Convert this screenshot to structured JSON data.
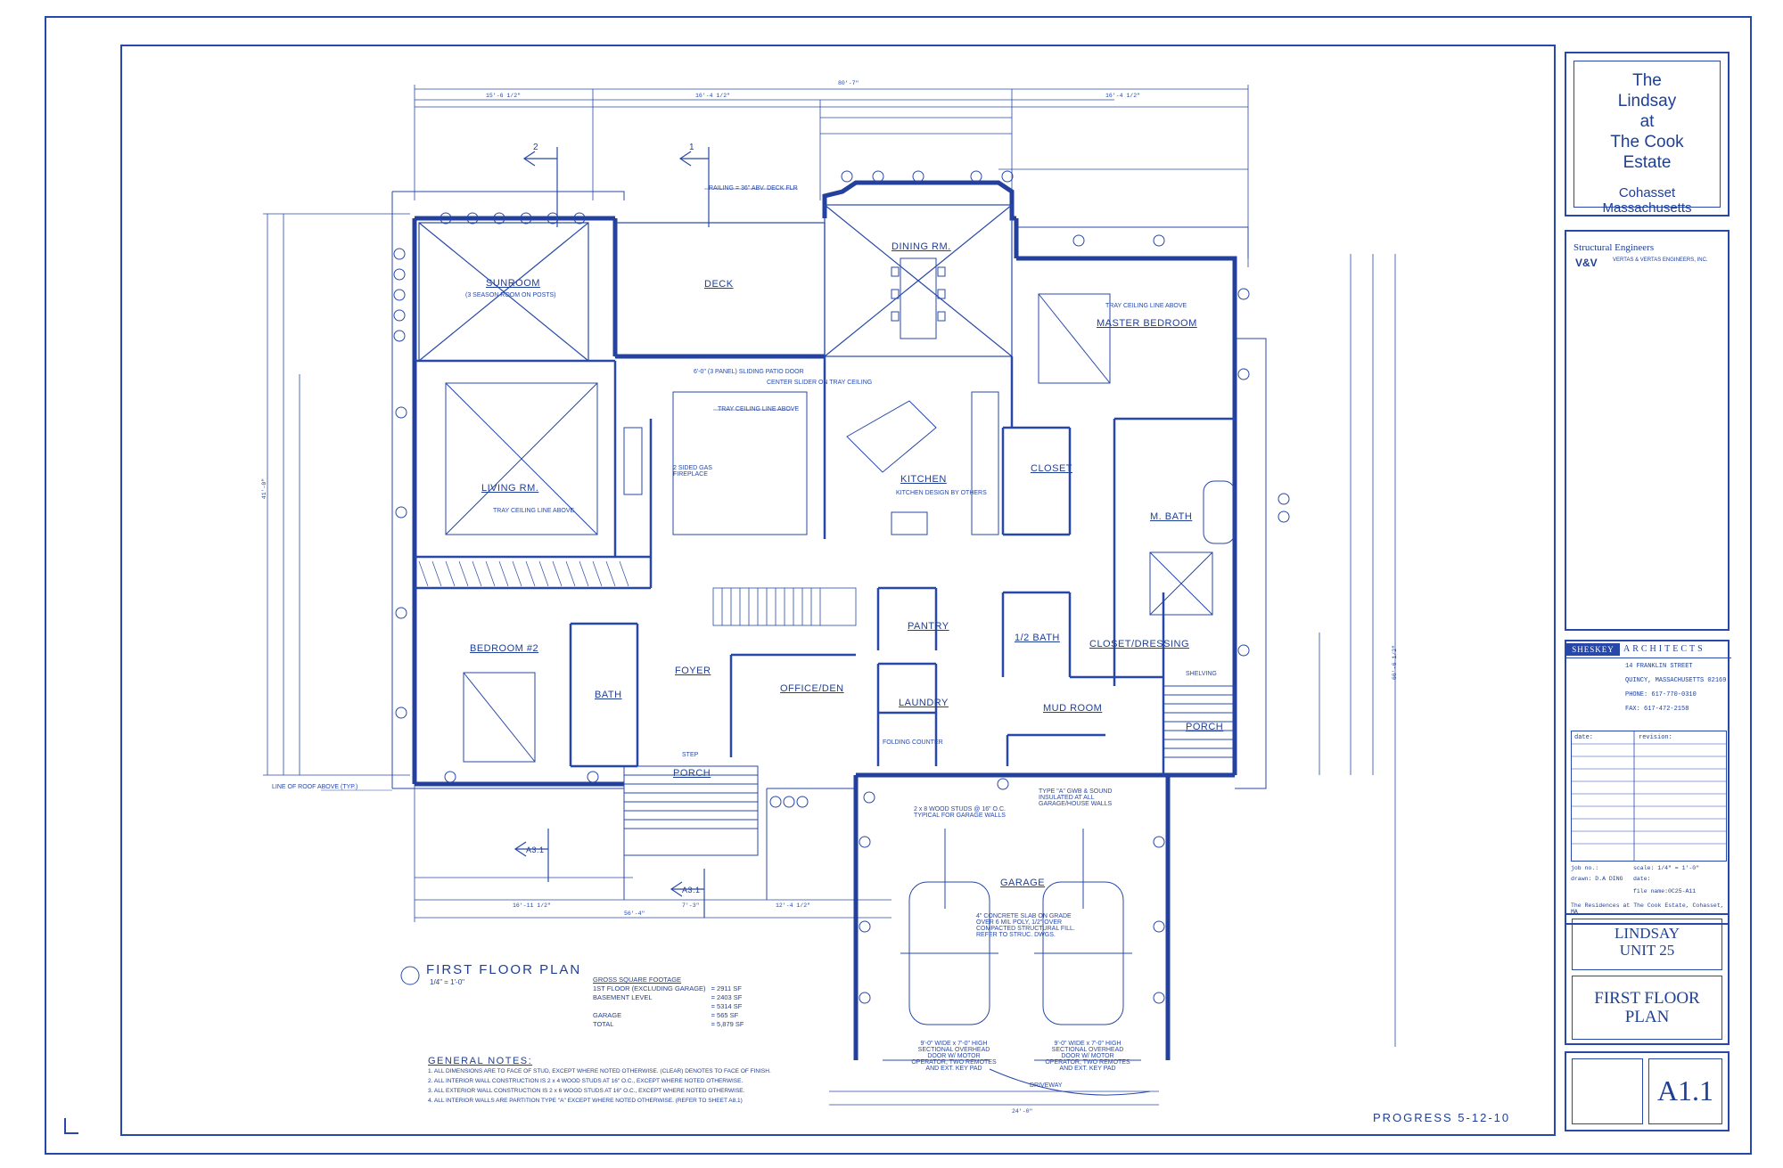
{
  "title_block": {
    "project_lines": [
      "The",
      "Lindsay",
      "at",
      "The  Cook",
      "Estate"
    ],
    "location_lines": [
      "Cohasset",
      "Massachusetts"
    ],
    "engineer_title": "Structural Engineers",
    "engineer_logo": "V&V",
    "engineer_name": "VERTAS & VERTAS ENGINEERS, INC.",
    "architect_badge": "SHESKEY",
    "architect_word": "ARCHITECTS",
    "architect_address": [
      "14 FRANKLIN STREET",
      "QUINCY, MASSACHUSETTS 02169",
      "PHONE:  617-770-0310",
      "FAX:  617-472-2158"
    ],
    "date_label": "date:",
    "revision_label": "revision:",
    "job_no": "job no.:",
    "scale": "scale:     1/4\" = 1'-0\"",
    "drawn": "drawn:  D.A DING",
    "date2": "date:",
    "file": "file name:0C25-A11",
    "residence": "The Residences at The Cook Estate, Cohasset, MA",
    "unit_lines": [
      "LINDSAY",
      "UNIT 25"
    ],
    "sheet_lines": [
      "FIRST FLOOR",
      "PLAN"
    ],
    "sheet_number": "A1.1"
  },
  "rooms": {
    "sunroom": "SUNROOM",
    "sunroom_note": "(3 SEASON ROOM ON POSTS)",
    "deck": "DECK",
    "dining": "DINING RM.",
    "master_bedroom": "MASTER BEDROOM",
    "living": "LIVING RM.",
    "living_note": "TRAY CEILING LINE ABOVE",
    "kitchen": "KITCHEN",
    "kitchen_note": "KITCHEN DESIGN BY OTHERS",
    "closet": "CLOSET",
    "m_bath": "M. BATH",
    "bedroom2": "BEDROOM #2",
    "bath": "BATH",
    "foyer": "FOYER",
    "office": "OFFICE/DEN",
    "pantry": "PANTRY",
    "laundry": "LAUNDRY",
    "half_bath": "1/2 BATH",
    "closet_dressing": "CLOSET/DRESSING",
    "mud_room": "MUD ROOM",
    "porch_front": "PORCH",
    "porch_side": "PORCH",
    "garage": "GARAGE",
    "driveway": "DRIVEWAY",
    "tray_kitchen": "TRAY CEILING LINE ABOVE",
    "tray_master": "TRAY CEILING LINE ABOVE",
    "railing": "RAILING = 36\" ABV. DECK FLR",
    "patio_door": "6'-0\" (3 PANEL) SLIDING PATIO DOOR",
    "center_slider": "CENTER SLIDER ON TRAY CEILING",
    "fireplace": "2 SIDED GAS FIREPLACE",
    "roof_line": "LINE OF ROOF ABOVE (TYP.)",
    "garage_studs": "2 x 8 WOOD STUDS @ 16\" O.C. TYPICAL FOR GARAGE WALLS",
    "garage_type": "TYPE \"A\" GWB & SOUND INSULATED AT ALL GARAGE/HOUSE WALLS",
    "garage_slab": "4\" CONCRETE SLAB ON GRADE OVER 6 MIL POLY, 1/2\" OVER COMPACTED STRUCTURAL FILL. REFER TO STRUC. DWGS.",
    "door_left": "9'-0\" WIDE x 7'-0\" HIGH SECTIONAL OVERHEAD DOOR W/ MOTOR OPERATOR, TWO REMOTES AND EXT. KEY PAD",
    "door_right": "9'-0\" WIDE x 7'-0\" HIGH SECTIONAL OVERHEAD DOOR W/ MOTOR OPERATOR, TWO REMOTES AND EXT. KEY PAD",
    "folding_counter": "FOLDING COUNTER",
    "shelving": "SHELVING",
    "step": "STEP"
  },
  "section_marks": [
    "2",
    "1",
    "A3.1",
    "A3.1"
  ],
  "dimensions": {
    "overall_width": "80'-7\"",
    "top_left": "15'-6 1/2\"",
    "top_mid": "16'-4 1/2\"",
    "top_right": "16'-4 1/2\"",
    "left_overall": "41'-0\"",
    "right_overall": "66'-6 1/2\"",
    "bottom_overall": "56'-4\"",
    "bottom_left": "16'-11 1/2\"",
    "bottom_mid": "7'-3\"",
    "bottom_right": "12'-4 1/2\"",
    "garage_bottom": "24'-0\""
  },
  "plan": {
    "title": "FIRST FLOOR PLAN",
    "scale": "1/4\" = 1'-0\"",
    "sqft_header": "GROSS SQUARE FOOTAGE",
    "sqft_rows": [
      {
        "label": "1ST FLOOR (EXCLUDING GARAGE)",
        "value": "= 2911 SF"
      },
      {
        "label": "BASEMENT LEVEL",
        "value": "= 2403 SF"
      },
      {
        "label": "",
        "value": "= 5314 SF"
      },
      {
        "label": "GARAGE",
        "value": "= 565 SF"
      },
      {
        "label": "TOTAL",
        "value": "= 5,879 SF"
      }
    ],
    "notes_header": "GENERAL NOTES:",
    "notes": [
      "1.  ALL DIMENSIONS ARE TO FACE OF STUD, EXCEPT WHERE NOTED OTHERWISE. (CLEAR) DENOTES TO FACE OF FINISH.",
      "2.  ALL INTERIOR WALL CONSTRUCTION IS 2 x 4 WOOD STUDS AT 16\" O.C., EXCEPT WHERE NOTED OTHERWISE.",
      "3.  ALL EXTERIOR WALL CONSTRUCTION IS 2 x 6 WOOD STUDS AT 16\" O.C., EXCEPT WHERE NOTED OTHERWISE.",
      "4.  ALL INTERIOR WALLS ARE PARTITION TYPE \"A\" EXCEPT WHERE NOTED OTHERWISE. (REFER TO SHEET A8.1)"
    ],
    "progress": "PROGRESS 5-12-10"
  }
}
